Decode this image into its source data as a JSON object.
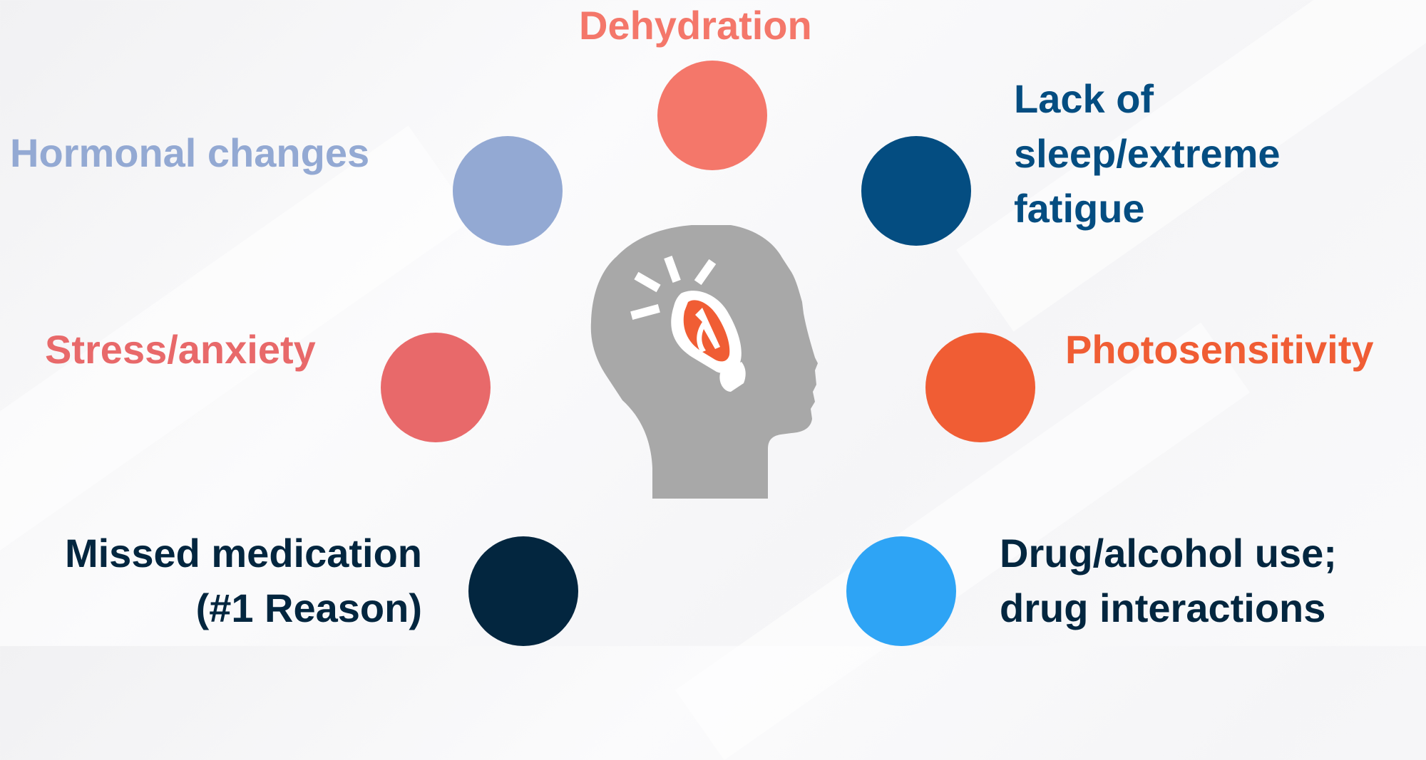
{
  "factors": {
    "dehydration": {
      "label": "Dehydration",
      "color": "#f4776a"
    },
    "lack_of_sleep": {
      "lines": [
        "Lack of",
        "sleep/extreme",
        "fatigue"
      ],
      "color": "#044d81"
    },
    "hormonal": {
      "label": "Hormonal changes",
      "color": "#93a9d3"
    },
    "photosensitivity": {
      "label": "Photosensitivity",
      "color": "#f05d34"
    },
    "stress": {
      "label": "Stress/anxiety",
      "color": "#e8696a"
    },
    "missed_medication": {
      "lines": [
        "Missed medication",
        "(#1 Reason)"
      ],
      "color": "#03263f"
    },
    "drug_alcohol": {
      "lines": [
        "Drug/alcohol use;",
        "drug interactions"
      ],
      "color": "#2ea4f5"
    }
  },
  "center_icon": {
    "name": "head-with-lightbulb-icon",
    "head_color": "#a8a8a8",
    "bulb_color": "#f05d34"
  }
}
